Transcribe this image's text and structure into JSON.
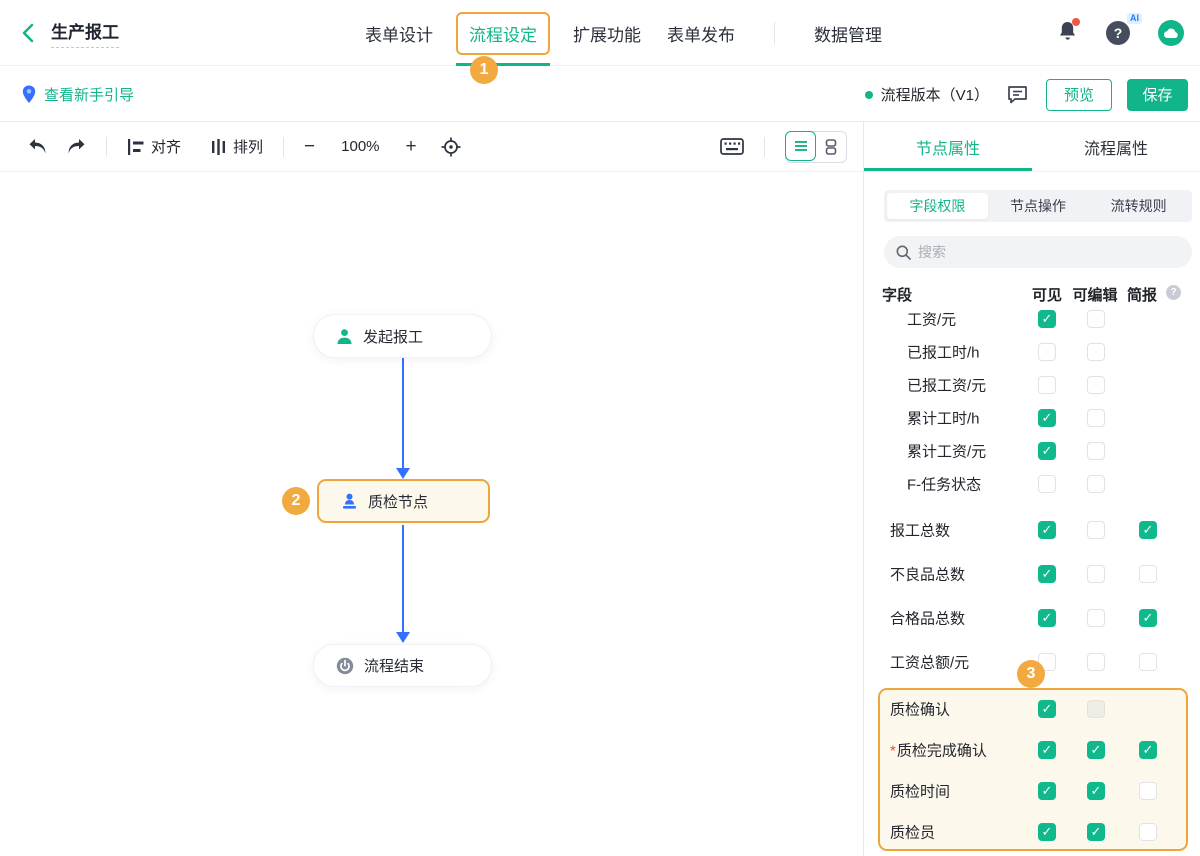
{
  "colors": {
    "brand_green": "#12b48a",
    "accent_orange": "#f0a43c",
    "flow_blue": "#3370ff",
    "check_green": "#10b98c"
  },
  "header": {
    "title": "生产报工",
    "tabs": [
      {
        "label": "表单设计",
        "active": false
      },
      {
        "label": "流程设定",
        "active": true
      },
      {
        "label": "扩展功能",
        "active": false
      },
      {
        "label": "表单发布",
        "active": false
      },
      {
        "label": "数据管理",
        "active": false
      }
    ],
    "help_badge": "AI"
  },
  "steps": {
    "one": "1",
    "two": "2",
    "three": "3"
  },
  "guidebar": {
    "guide_link": "查看新手引导",
    "version_label": "流程版本（V1）",
    "preview_button": "预览",
    "save_button": "保存"
  },
  "toolbar": {
    "align_label": "对齐",
    "arrange_label": "排列",
    "zoom_out": "−",
    "zoom_level": "100%",
    "zoom_in": "+"
  },
  "canvas": {
    "nodes": [
      {
        "label": "发起报工",
        "icon": "person-icon",
        "type": "start"
      },
      {
        "label": "质检节点",
        "icon": "stamp-person-icon",
        "type": "approval",
        "highlighted": true
      },
      {
        "label": "流程结束",
        "icon": "power-icon",
        "type": "end"
      }
    ]
  },
  "panel": {
    "tabs": [
      {
        "label": "节点属性",
        "active": true
      },
      {
        "label": "流程属性",
        "active": false
      }
    ],
    "subtabs": [
      {
        "label": "字段权限",
        "active": true
      },
      {
        "label": "节点操作",
        "active": false
      },
      {
        "label": "流转规则",
        "active": false
      }
    ],
    "search_placeholder": "搜索",
    "fields": {
      "header": {
        "field": "字段",
        "visible": "可见",
        "editable": "可编辑",
        "brief": "简报",
        "help": "?"
      },
      "rows": [
        {
          "label": "工资/元",
          "indent": true,
          "visible": "checked",
          "editable": "unchecked",
          "brief": "none"
        },
        {
          "label": "已报工时/h",
          "indent": true,
          "visible": "unchecked",
          "editable": "unchecked",
          "brief": "none"
        },
        {
          "label": "已报工资/元",
          "indent": true,
          "visible": "unchecked",
          "editable": "unchecked",
          "brief": "none"
        },
        {
          "label": "累计工时/h",
          "indent": true,
          "visible": "checked",
          "editable": "unchecked",
          "brief": "none"
        },
        {
          "label": "累计工资/元",
          "indent": true,
          "visible": "checked",
          "editable": "unchecked",
          "brief": "none"
        },
        {
          "label": "F-任务状态",
          "indent": true,
          "visible": "unchecked",
          "editable": "unchecked",
          "brief": "none"
        },
        {
          "label": "报工总数",
          "indent": false,
          "visible": "checked",
          "editable": "unchecked",
          "brief": "checked"
        },
        {
          "label": "不良品总数",
          "indent": false,
          "visible": "checked",
          "editable": "unchecked",
          "brief": "unchecked"
        },
        {
          "label": "合格品总数",
          "indent": false,
          "visible": "checked",
          "editable": "unchecked",
          "brief": "checked"
        },
        {
          "label": "工资总额/元",
          "indent": false,
          "visible": "unchecked",
          "editable": "unchecked",
          "brief": "unchecked"
        },
        {
          "label": "质检确认",
          "indent": false,
          "visible": "checked",
          "editable": "disabled",
          "brief": "none",
          "in_highlight": true
        },
        {
          "label": "质检完成确认",
          "indent": false,
          "required_mark": "*",
          "visible": "checked",
          "editable": "checked",
          "brief": "checked",
          "in_highlight": true
        },
        {
          "label": "质检时间",
          "indent": false,
          "visible": "checked",
          "editable": "checked",
          "brief": "unchecked",
          "in_highlight": true
        },
        {
          "label": "质检员",
          "indent": false,
          "visible": "checked",
          "editable": "checked",
          "brief": "unchecked",
          "in_highlight": true
        }
      ]
    }
  }
}
